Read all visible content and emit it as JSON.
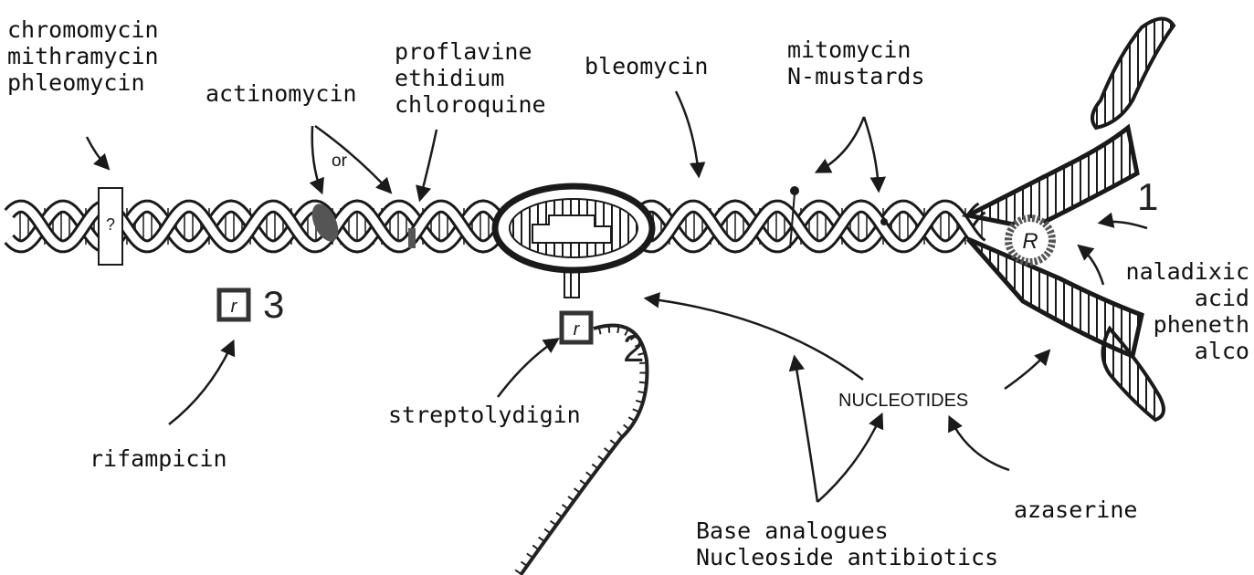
{
  "labels": {
    "group_top_left": [
      "chromomycin",
      "mithramycin",
      "phleomycin"
    ],
    "actinomycin": "actinomycin",
    "or": "or",
    "intercalators": [
      "proflavine",
      "ethidium",
      "chloroquine"
    ],
    "bleomycin": "bleomycin",
    "alkylators": [
      "mitomycin",
      "N-mustards"
    ],
    "right_group": [
      "naladixic",
      "acid",
      "pheneth",
      "alco"
    ],
    "rifampicin": "rifampicin",
    "streptolydigin": "streptolydigin",
    "nucleotides": "NUCLEOTIDES",
    "azaserine": "azaserine",
    "analogues": [
      "Base analogues",
      "Nucleoside antibiotics"
    ],
    "question_mark": "?",
    "replicase_letter": "R",
    "polymerase_letter": "r",
    "site_numbers": [
      "1",
      "2",
      "3"
    ]
  },
  "colors": {
    "ink": "#1a1a1a",
    "paper": "#ffffff",
    "stipple": "#555555"
  }
}
